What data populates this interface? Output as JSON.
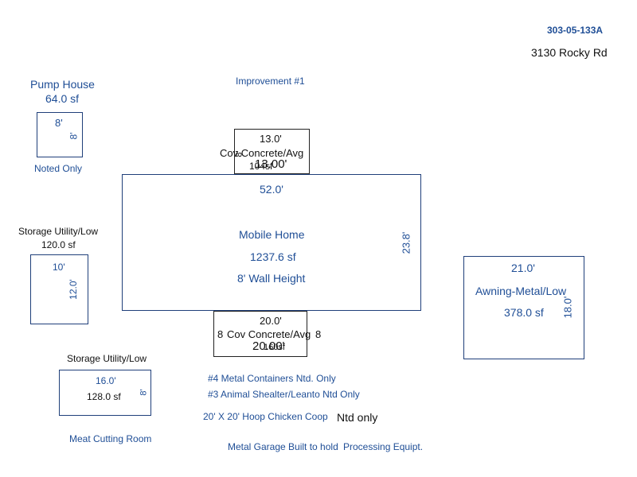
{
  "header": {
    "parcel_id": "303-05-133A",
    "address": "3130 Rocky Rd"
  },
  "improvement_label": "Improvement #1",
  "pump_house": {
    "title": "Pump House",
    "area": "64.0 sf",
    "width": "8'",
    "depth": "8'",
    "note": "Noted Only"
  },
  "storage1": {
    "title": "Storage Utility/Low",
    "area": "120.0 sf",
    "width": "10'",
    "depth": "12.0'"
  },
  "storage2": {
    "title": "Storage Utility/Low",
    "width": "16.0'",
    "area": "128.0 sf",
    "depth": "8'",
    "note": "Meat Cutting Room"
  },
  "porch_top": {
    "width": "13.0'",
    "label": "Cov Concrete/Avg",
    "overlay_dim": "8'",
    "area": "104sf",
    "depth": "13.00'"
  },
  "mobile_home": {
    "width": "52.0'",
    "title": "Mobile Home",
    "area": "1237.6 sf",
    "wall": "8' Wall Height",
    "depth": "23.8'"
  },
  "porch_bottom": {
    "width": "20.0'",
    "label": "Cov Concrete/Avg",
    "icon_left": "8",
    "icon_right": "8",
    "depth": "20.00'",
    "area": "160sf"
  },
  "awning": {
    "width": "21.0'",
    "title": "Awning-Metal/Low",
    "area": "378.0 sf",
    "depth": "18.0'"
  },
  "notes": {
    "containers": "#4 Metal Containers Ntd. Only",
    "shelter": "#3 Animal Shealter/Leanto Ntd Only",
    "coop": "20' X 20' Hoop Chicken Coop",
    "ntd_only": "Ntd only",
    "garage": "Metal Garage Built to hold",
    "processing": "Processing Equipt."
  }
}
